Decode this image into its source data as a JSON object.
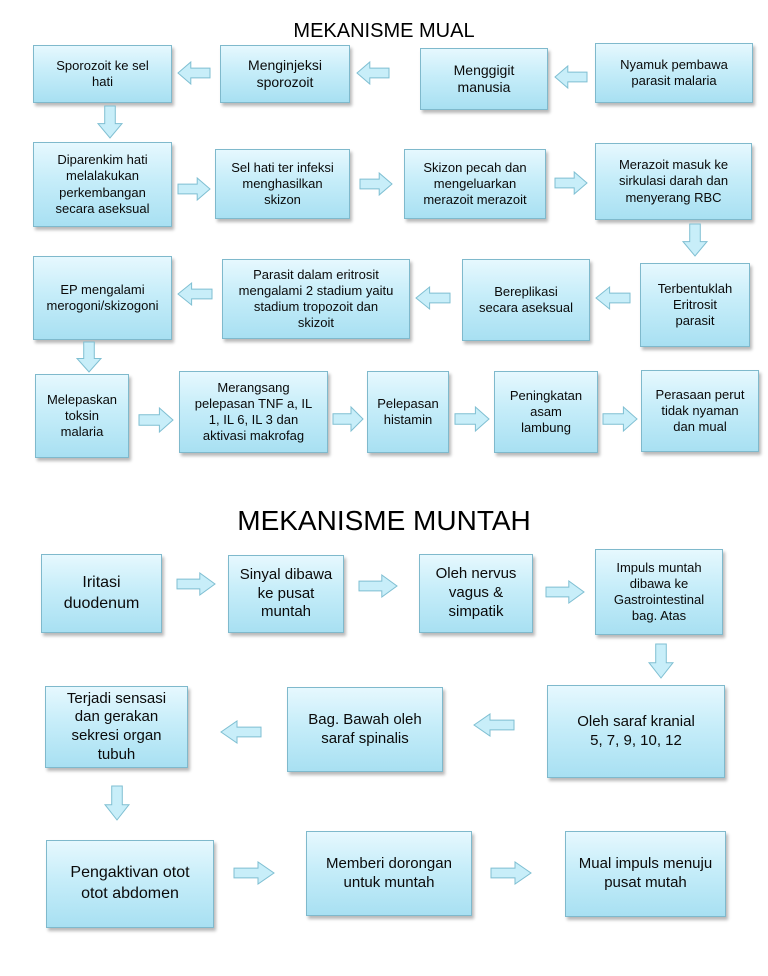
{
  "mual": {
    "title": "MEKANISME MUAL",
    "nodes": {
      "sporozoit_ke_hati": "Sporozoit ke sel\nhati",
      "menginjeksi": "Menginjeksi\nsporozoit",
      "menggigit": "Menggigit\nmanusia",
      "nyamuk": "Nyamuk pembawa\nparasit malaria",
      "diparenkim": "Diparenkim hati\nmelalakukan\nperkembangan\nsecara aseksual",
      "sel_hati": "Sel hati ter infeksi\nmenghasilkan\nskizon",
      "skizon_pecah": "Skizon pecah dan\nmengeluarkan\nmerazoit merazoit",
      "merazoit_masuk": "Merazoit masuk ke\nsirkulasi darah dan\nmenyerang RBC",
      "ep_merogoni": "EP mengalami\nmerogoni/skizogoni",
      "parasit_eritrosit": "Parasit dalam eritrosit\nmengalami 2 stadium yaitu\nstadium tropozoit dan\nskizoit",
      "bereplikasi": "Bereplikasi\nsecara aseksual",
      "terbentuklah": "Terbentuklah\nEritrosit\nparasit",
      "melepaskan_toksin": "Melepaskan\ntoksin\nmalaria",
      "merangsang": "Merangsang\npelepasan TNF  a, IL\n1, IL 6, IL 3 dan\naktivasi makrofag",
      "pelepasan_histamin": "Pelepasan\nhistamin",
      "peningkatan_asam": "Peningkatan\nasam\nlambung",
      "perasaan_perut": "Perasaan perut\ntidak nyaman\ndan mual"
    }
  },
  "muntah": {
    "title": "MEKANISME MUNTAH",
    "nodes": {
      "iritasi": "Iritasi\nduodenum",
      "sinyal": "Sinyal dibawa\nke pusat\nmuntah",
      "nervus": "Oleh nervus\nvagus &\nsimpatik",
      "impuls": "Impuls muntah\ndibawa ke\nGastrointestinal\nbag. Atas",
      "sensasi": "Terjadi sensasi\ndan gerakan\nsekresi organ\ntubuh",
      "bag_bawah": "Bag. Bawah oleh\nsaraf spinalis",
      "saraf_kranial": "Oleh saraf kranial\n5, 7, 9, 10, 12",
      "pengaktivan": "Pengaktivan otot\notot abdomen",
      "dorongan": "Memberi dorongan\nuntuk muntah",
      "mual_impuls": "Mual impuls menuju\npusat mutah"
    }
  },
  "colors": {
    "box_top": "#e6f8fe",
    "box_bottom": "#a8e0f2",
    "box_border": "#7fb9cc",
    "arrow_fill": "#c8eef9",
    "arrow_stroke": "#7fbfd2"
  }
}
